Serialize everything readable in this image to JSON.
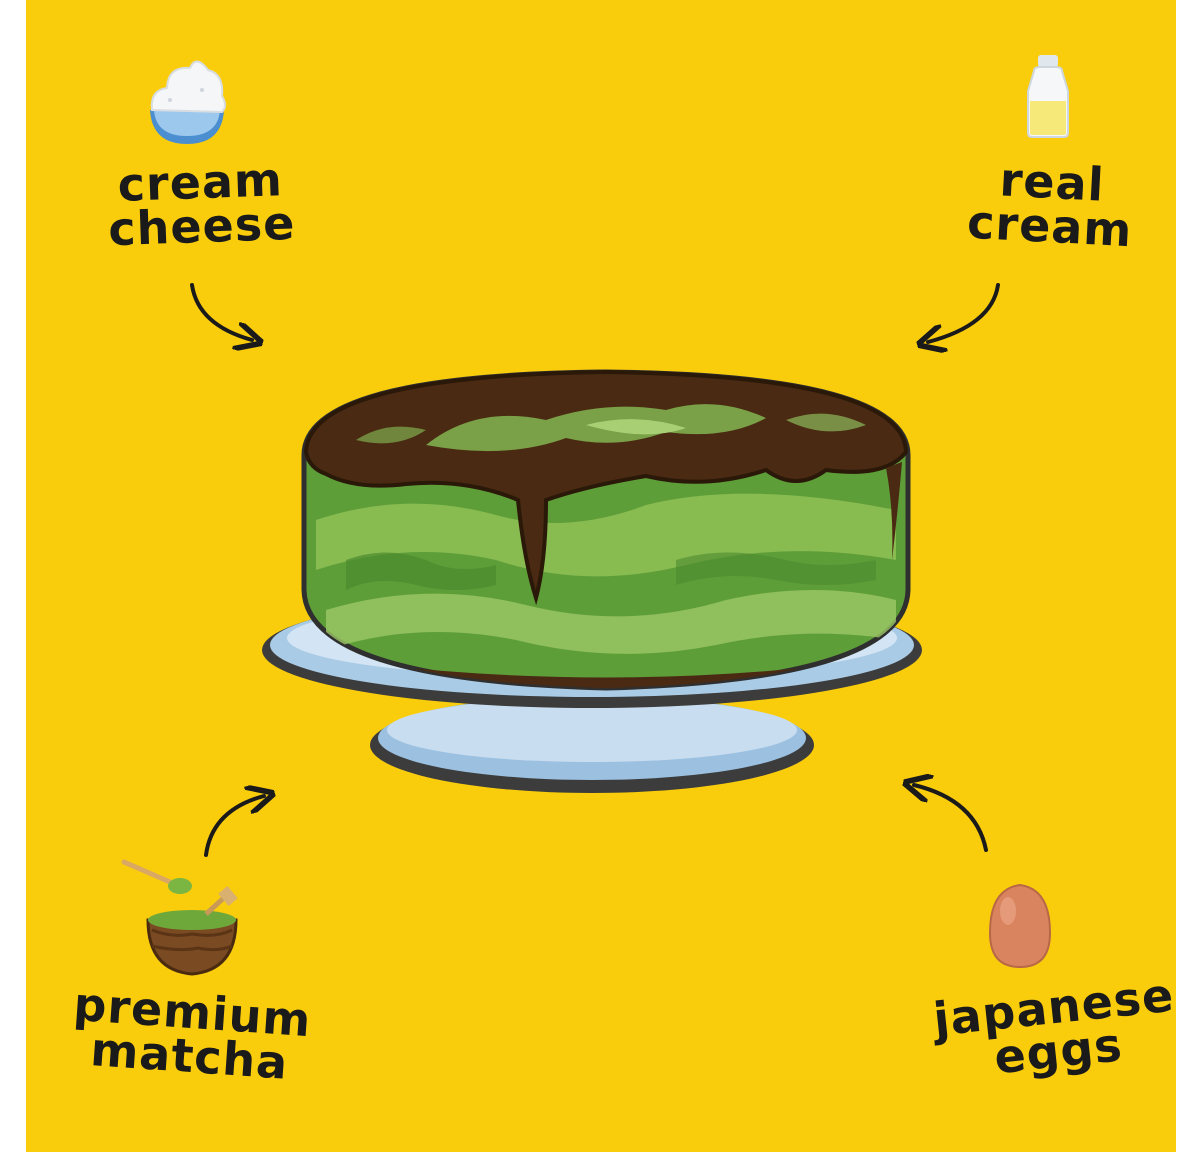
{
  "colors": {
    "background": "#FACD0C",
    "cake_green": "#5E9E39",
    "cake_green_light": "#8FBF55",
    "chocolate": "#4A2A12",
    "plate": "#A9CBE6",
    "outline": "#3A3A3A",
    "text": "#1A1A1A"
  },
  "ingredients": {
    "cream_cheese": {
      "line1": "cream",
      "line2": "cheese",
      "icon": "cream-cheese-bowl-icon"
    },
    "real_cream": {
      "line1": "real",
      "line2": "cream",
      "icon": "milk-bottle-icon"
    },
    "premium_matcha": {
      "line1": "premium",
      "line2": "matcha",
      "icon": "matcha-bowl-icon"
    },
    "japanese_eggs": {
      "line1": "japanese",
      "line2": "eggs",
      "icon": "egg-icon"
    }
  },
  "center": {
    "icon": "matcha-cheesecake-illustration"
  }
}
